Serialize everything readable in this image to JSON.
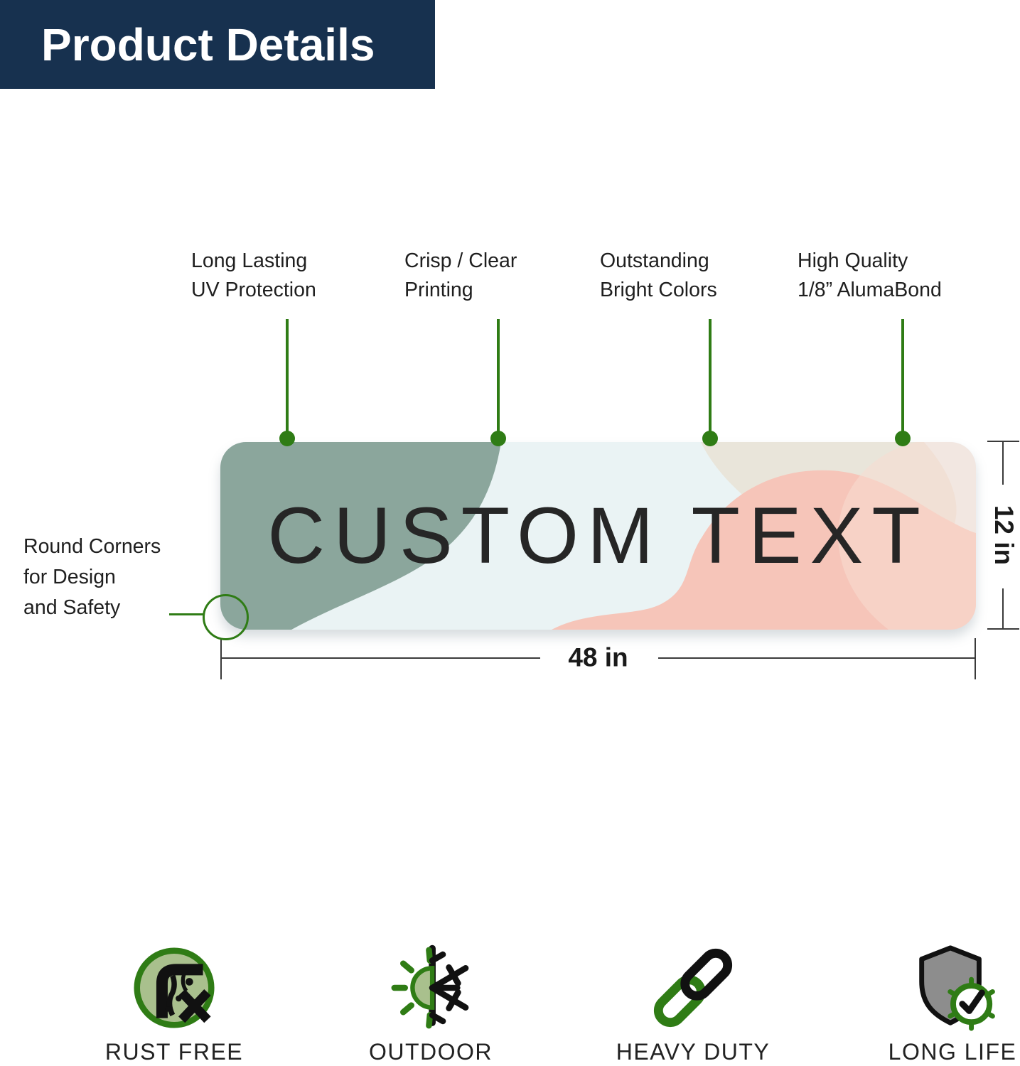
{
  "palette": {
    "navy": "#17314f",
    "green": "#2f7c15",
    "sage": "#8ba69c",
    "sign_bg": "#eaf3f4",
    "pink": "#f6c5b9",
    "pink_light": "#f8ddd2",
    "beige": "#e9e5da",
    "text_dark": "#1f1f1f",
    "shield_gray": "#8d8d8d",
    "icon_light_green": "#a9c08d"
  },
  "header": {
    "title": "Product Details"
  },
  "callouts": [
    {
      "lines": [
        "Long Lasting",
        "UV Protection"
      ]
    },
    {
      "lines": [
        "Crisp / Clear",
        "Printing"
      ]
    },
    {
      "lines": [
        "Outstanding",
        "Bright Colors"
      ]
    },
    {
      "lines": [
        "High Quality",
        "1/8” AlumaBond"
      ]
    }
  ],
  "corner_callout": {
    "lines": [
      "Round Corners",
      "for Design",
      "and Safety"
    ]
  },
  "sign": {
    "custom_text": "CUSTOM TEXT"
  },
  "dimensions": {
    "width_label": "48 in",
    "height_label": "12 in"
  },
  "features": [
    {
      "label": "RUST FREE",
      "icon": "rust-free-icon"
    },
    {
      "label": "OUTDOOR",
      "icon": "outdoor-icon"
    },
    {
      "label": "HEAVY DUTY",
      "icon": "heavy-duty-icon"
    },
    {
      "label": "LONG LIFE",
      "icon": "long-life-icon"
    }
  ]
}
